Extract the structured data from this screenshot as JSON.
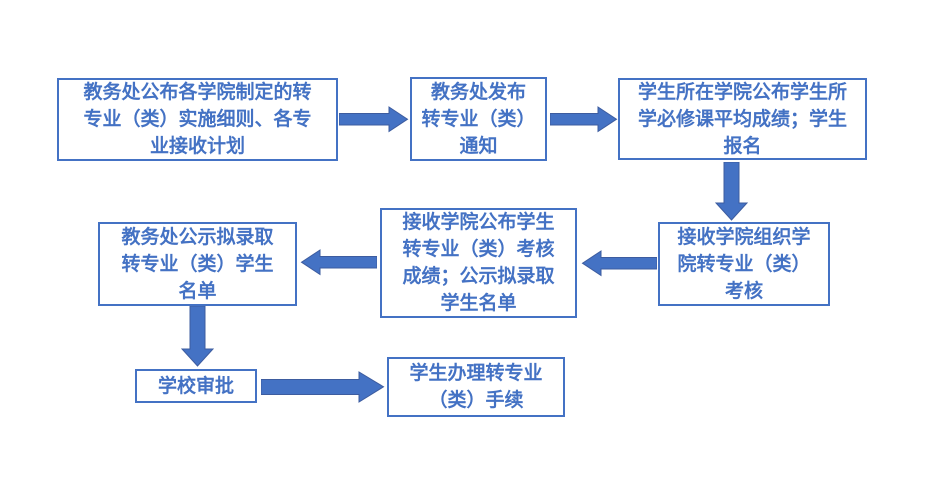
{
  "colors": {
    "accent": "#4472C4",
    "arrow_outline": "#3D5C9F",
    "box_background": "#FFFFFF"
  },
  "flow": {
    "description": "转专业（类）流程图",
    "steps": [
      {
        "label": "教务处公布各学院制定的转\n专业（类）实施细则、各专\n业接收计划"
      },
      {
        "label": "教务处发布\n转专业（类）\n通知"
      },
      {
        "label": "学生所在学院公布学生所\n学必修课平均成绩；学生\n报名"
      },
      {
        "label": "接收学院组织学\n院转专业（类）\n考核"
      },
      {
        "label": "接收学院公布学生\n转专业（类）考核\n成绩；公示拟录取\n学生名单"
      },
      {
        "label": "教务处公示拟录取\n转专业（类）学生\n名单"
      },
      {
        "label": "学校审批"
      },
      {
        "label": "学生办理转专业\n（类）手续"
      }
    ]
  }
}
